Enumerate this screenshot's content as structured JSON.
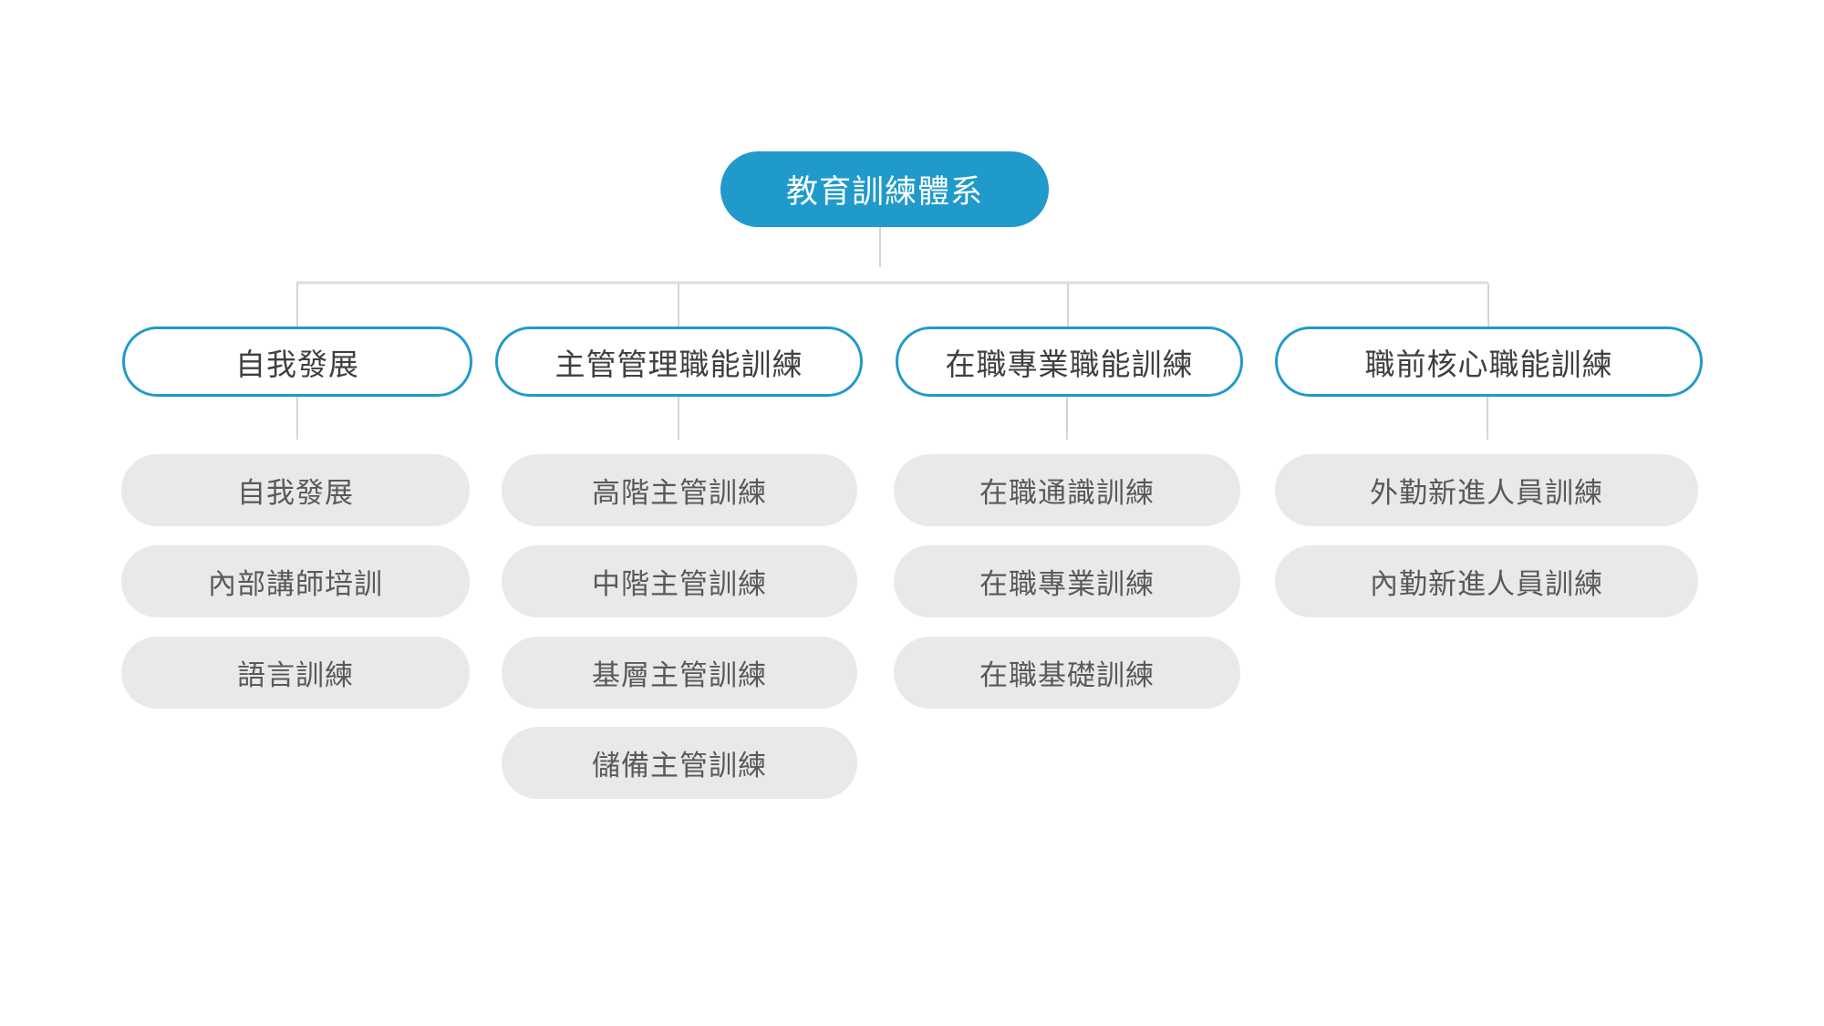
{
  "colors": {
    "accent_blue": "#1f9aca",
    "child_node_fill": "#e9e9e9",
    "connector_line": "#d5d5d5",
    "header_text": "#3f3f3f",
    "child_text": "#595959"
  },
  "tree": {
    "root": {
      "label": "教育訓練體系"
    },
    "columns": [
      {
        "header": "自我發展",
        "children": [
          "自我發展",
          "內部講師培訓",
          "語言訓練"
        ]
      },
      {
        "header": "主管管理職能訓練",
        "children": [
          "高階主管訓練",
          "中階主管訓練",
          "基層主管訓練",
          "儲備主管訓練"
        ]
      },
      {
        "header": "在職專業職能訓練",
        "children": [
          "在職通識訓練",
          "在職專業訓練",
          "在職基礎訓練"
        ]
      },
      {
        "header": "職前核心職能訓練",
        "children": [
          "外勤新進人員訓練",
          "內勤新進人員訓練"
        ]
      }
    ]
  }
}
